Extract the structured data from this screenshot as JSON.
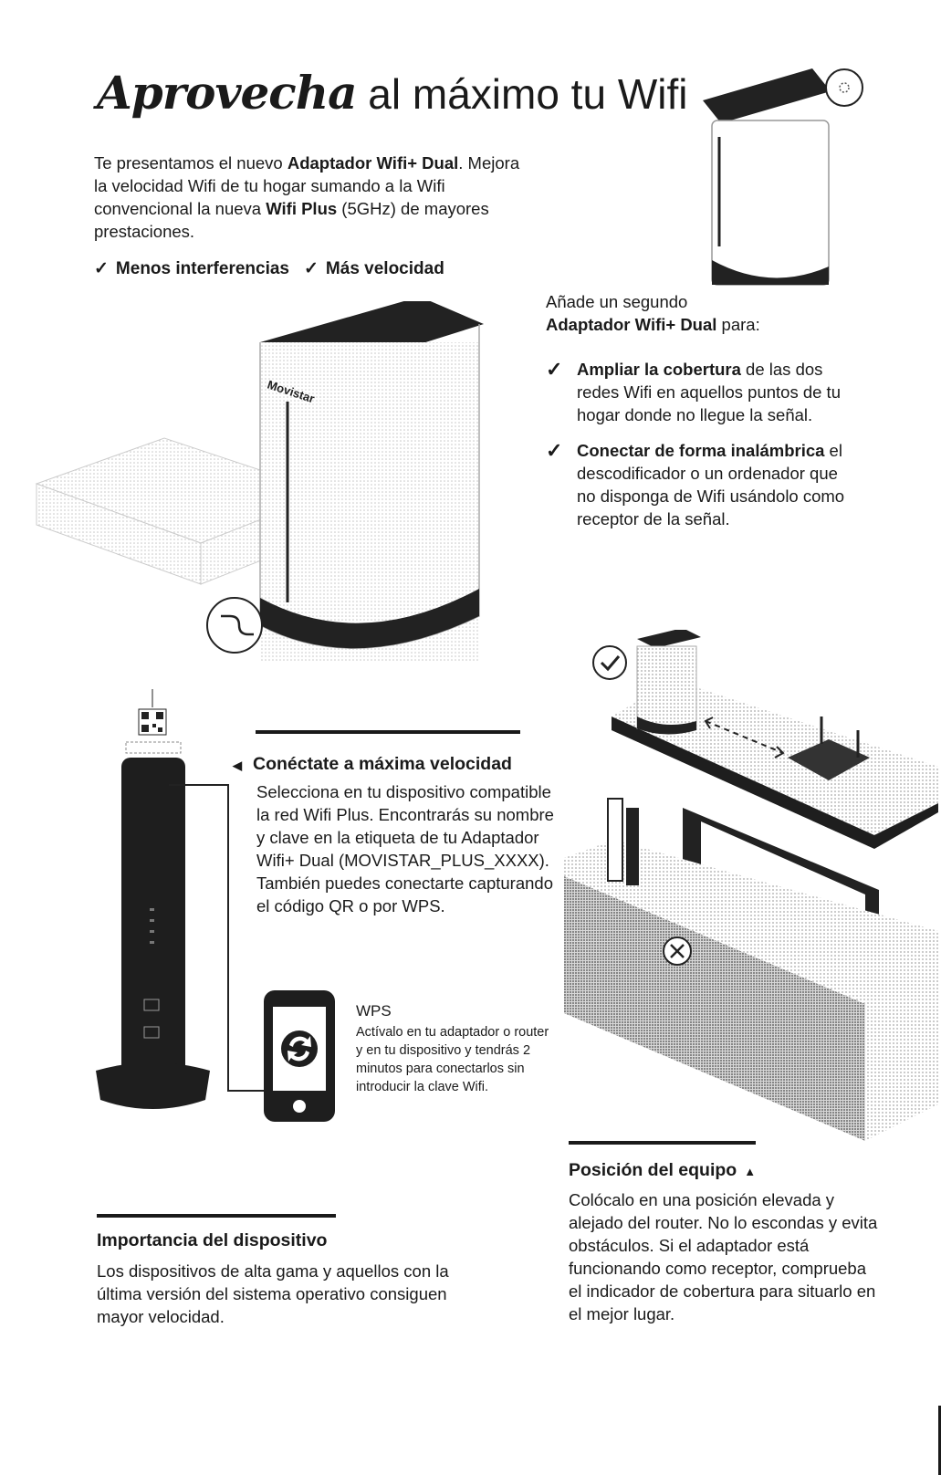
{
  "title": {
    "script": "Aprovecha",
    "rest": " al máximo tu Wifi"
  },
  "intro": {
    "t1": "Te presentamos el nuevo ",
    "b1": "Adaptador Wifi+ Dual",
    "t2": ". Mejora la velocidad Wifi de tu hogar sumando a la Wifi convencional la nueva ",
    "b2": "Wifi Plus",
    "t3": " (5GHz) de mayores prestaciones."
  },
  "benefits": [
    "Menos interferencias",
    "Más velocidad"
  ],
  "second": {
    "t1": "Añade un segundo ",
    "b1": "Adaptador Wifi+ Dual",
    "t2": " para:",
    "items": [
      {
        "bold": "Ampliar la cobertura",
        "text": " de las dos redes Wifi en aquellos puntos de tu hogar donde no llegue la señal."
      },
      {
        "bold": "Conectar de forma inalámbrica",
        "text": " el descodificador o un ordenador que no disponga de Wifi usándolo como receptor de la señal."
      }
    ]
  },
  "connect": {
    "heading": "Conéctate a máxima velocidad",
    "body": "Selecciona en tu dispositivo compatible la red Wifi Plus. Encontrarás su nombre y clave en la etiqueta de tu Adaptador Wifi+ Dual (MOVISTAR_PLUS_XXXX). También puedes conectarte capturando el código QR o por WPS."
  },
  "wps": {
    "heading": "WPS",
    "body": "Actívalo en tu adaptador o router y en tu dispositivo y tendrás 2 minutos para conectarlos sin introducir la clave Wifi."
  },
  "position": {
    "heading": "Posición del equipo",
    "body": "Colócalo en una posición elevada y alejado del router. No lo escondas y evita obstáculos. Si el adaptador está funcionando como receptor, comprueba el indicador de cobertura para situarlo en el mejor lugar."
  },
  "importance": {
    "heading": "Importancia del dispositivo",
    "body": "Los dispositivos de alta gama y aquellos con la última versión del sistema operativo consiguen mayor velocidad."
  },
  "device_logo": "Movistar",
  "colors": {
    "ink": "#1a1a1a",
    "gray": "#bdbdbd"
  },
  "icons": [
    "check-icon",
    "cable-icon",
    "qr-code-icon",
    "phone-wps-icon",
    "triangle-left-icon",
    "triangle-up-icon",
    "check-circle-icon",
    "x-circle-icon"
  ]
}
